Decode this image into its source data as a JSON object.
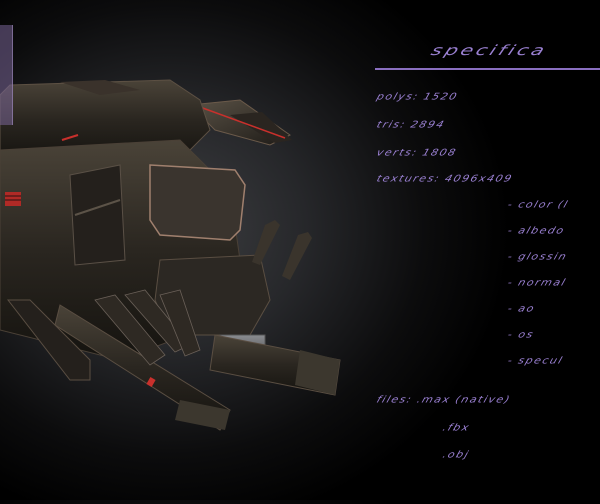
{
  "specs": {
    "title": "specifica",
    "polys": "polys: 1520",
    "tris": "tris: 2894",
    "verts": "verts: 1808",
    "textures": "textures: 4096x409",
    "texture_maps": [
      "- color (l",
      "- albedo",
      "- glossin",
      "- normal",
      "- ao",
      "- os",
      "- specul"
    ],
    "files_label": "files: .max (native)",
    "files": [
      ".fbx",
      ".obj"
    ]
  },
  "colors": {
    "text": "#9a80d2",
    "divider": "#8a6fc0",
    "accent_red": "#c8302c"
  },
  "image": {
    "subject": "sci-fi gunship 3d model render"
  }
}
